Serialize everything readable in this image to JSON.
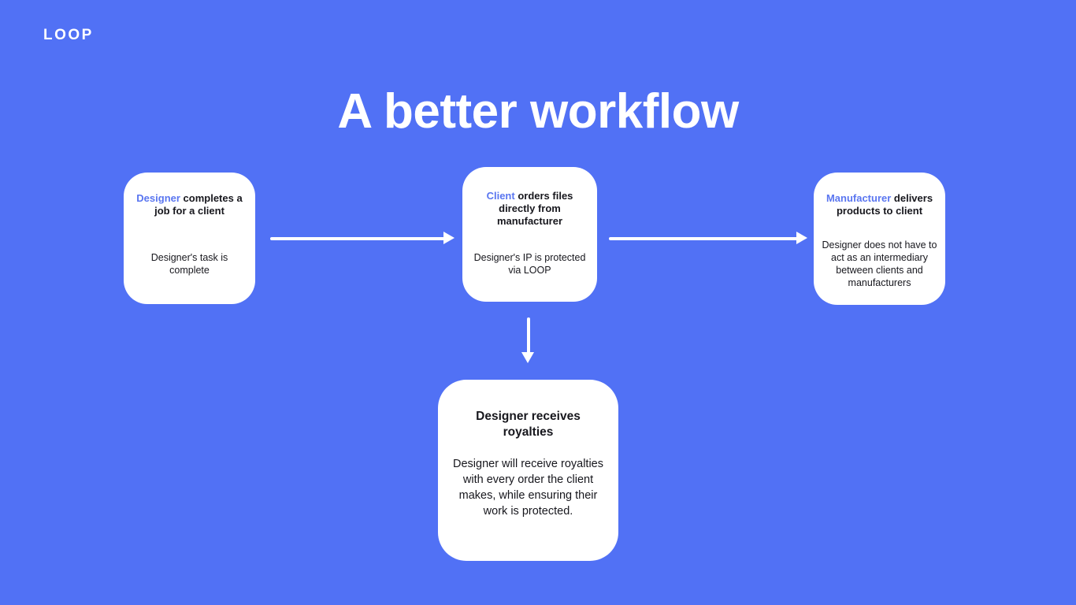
{
  "colors": {
    "bg": "#5171f5",
    "accent": "#5a76f0",
    "card_bg": "#ffffff",
    "text_dark": "#17171d",
    "arrow": "#ffffff"
  },
  "logo": "LOOP",
  "title": "A better workflow",
  "cards": [
    {
      "heading_accent": "Designer",
      "heading_rest": " completes a job for a client",
      "body": "Designer's task is complete"
    },
    {
      "heading_accent": "Client",
      "heading_rest": " orders files directly from manufacturer",
      "body": "Designer's IP is protected via LOOP"
    },
    {
      "heading_accent": "Manufacturer",
      "heading_rest": " delivers products to client",
      "body": "Designer does not have to act as an intermediary between clients and manufacturers"
    },
    {
      "heading_accent": "",
      "heading_rest": "Designer receives royalties",
      "body": "Designer will receive royalties with every order the client makes, while ensuring their work is protected."
    }
  ],
  "flow": {
    "arrows": [
      {
        "icon": "arrow-right-icon"
      },
      {
        "icon": "arrow-right-icon"
      },
      {
        "icon": "arrow-down-icon"
      }
    ]
  }
}
